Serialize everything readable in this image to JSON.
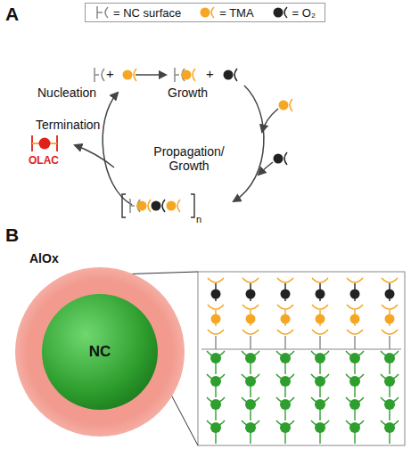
{
  "diagram": {
    "nodes": [
      {
        "text": [
          "AlOx"
        ]
      },
      {
        "text": [
          "NC"
        ],
        "in": 0
      }
    ],
    "labels": [
      "A",
      "+",
      "Nucleation",
      "+",
      "Growth",
      "Termination",
      "OLAC",
      "Propagation/ Growth",
      "n",
      "B"
    ],
    "legend": [
      {
        "text": "= NC surface"
      },
      {
        "text": "= TMA"
      },
      {
        "text": "= O₂"
      }
    ]
  }
}
